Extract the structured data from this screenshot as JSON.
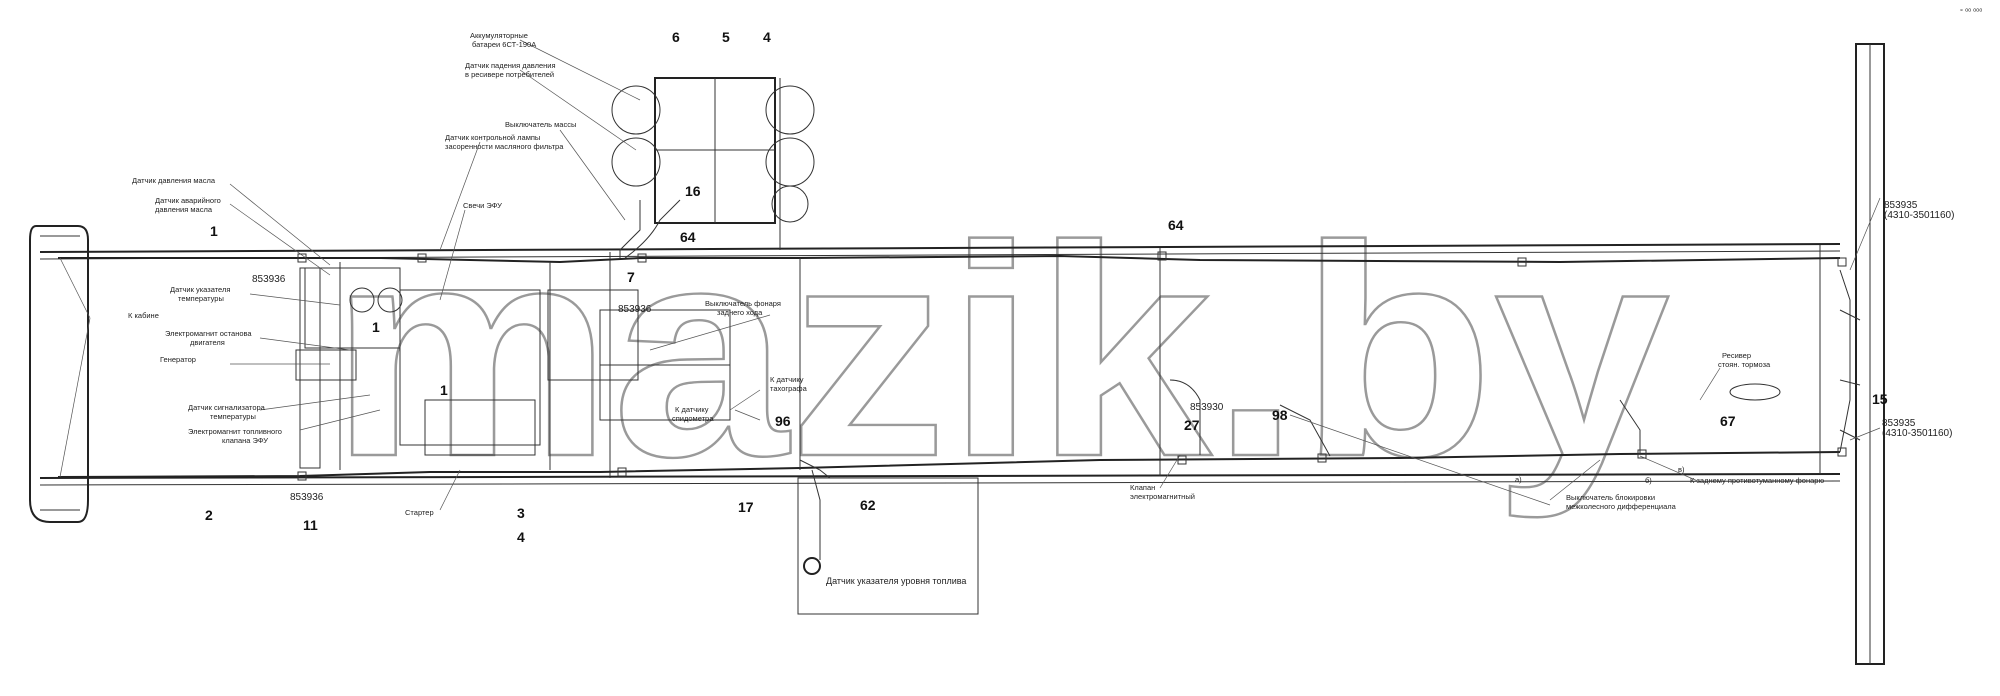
{
  "corner_mark": "° ⁰⁰ ⁰⁰⁰",
  "watermark": "mazik.by",
  "labels": {
    "akkumulyatornye": "Аккумуляторные",
    "batarei": "батареи 6СТ-190А",
    "datchik_padeniya_1": "Датчик падения давления",
    "datchik_padeniya_2": "в ресивере потребителей",
    "vyklyuchatel_massy": "Выключатель массы",
    "datchik_kontr_1": "Датчик контрольной лампы",
    "datchik_kontr_2": "засоренности масляного фильтра",
    "datchik_davl_masla": "Датчик давления масла",
    "datchik_avar_1": "Датчик аварийного",
    "datchik_avar_2": "давления масла",
    "svechi_efu": "Свечи ЭФУ",
    "datchik_ukaz_temp_1": "Датчик указателя",
    "datchik_ukaz_temp_2": "температуры",
    "elektromagnit_ostanova_1": "Электромагнит останова",
    "elektromagnit_ostanova_2": "двигателя",
    "k_kabine": "К кабине",
    "generator": "Генератор",
    "datchik_signal_temp_1": "Датчик сигнализатора",
    "datchik_signal_temp_2": "температуры",
    "elektromagnit_topl_1": "Электромагнит топливного",
    "elektromagnit_topl_2": "клапана ЭФУ",
    "starter": "Стартер",
    "vyklyuchatel_fonarya_1": "Выключатель фонаря",
    "vyklyuchatel_fonarya_2": "заднего хода",
    "k_datchiku_speed_1": "К датчику",
    "k_datchiku_speed_2": "спидометра",
    "k_datchiku_tach_1": "К датчику",
    "k_datchiku_tach_2": "тахографа",
    "datchik_urovnya": "Датчик указателя уровня топлива",
    "klapan_1": "Клапан",
    "klapan_2": "электромагнитный",
    "vyklyuchatel_blok_1": "Выключатель блокировки",
    "vyklyuchatel_blok_2": "межколесного дифференциала",
    "k_zadnemu": "К заднему противотуманному фонарю",
    "resiver_1": "Ресивер",
    "resiver_2": "стоян. тормоза",
    "code_853935_top": "853935",
    "code_853935_top_sub": "(4310-3501160)",
    "code_853935_bot": "853935",
    "code_853935_bot_sub": "(4310-3501160)",
    "code_853936_a": "853936",
    "code_853936_b": "853936",
    "code_853936_c": "853936",
    "code_853930": "853930",
    "letter_a": "a)",
    "letter_b": "б)",
    "letter_v": "в)"
  },
  "callouts": {
    "n6": "6",
    "n5": "5",
    "n4_top": "4",
    "n16": "16",
    "n1_top": "1",
    "n64_a": "64",
    "n64_b": "64",
    "n7": "7",
    "n1_mid": "1",
    "n1_low": "1",
    "n2": "2",
    "n11": "11",
    "n3": "3",
    "n4_bot": "4",
    "n17": "17",
    "n62": "62",
    "n96": "96",
    "n27": "27",
    "n98": "98",
    "n67": "67",
    "n15": "15"
  }
}
